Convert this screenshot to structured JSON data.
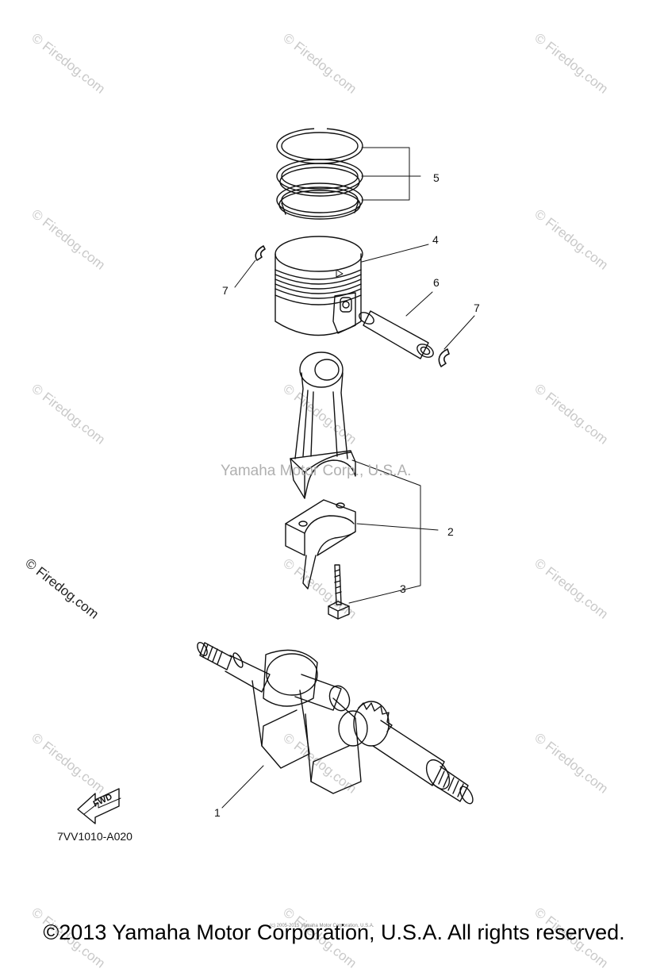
{
  "watermark_text": "© Firedog.com",
  "center_watermark": "Yamaha Motor Corp., U.S.A.",
  "diagram_watermark": "© Firedog.com",
  "callouts": {
    "c1": "1",
    "c2": "2",
    "c3": "3",
    "c4": "4",
    "c5": "5",
    "c6": "6",
    "c7a": "7",
    "c7b": "7"
  },
  "fwd_label": "FWD",
  "reference_code": "7VV1010-A020",
  "tiny_note": "(c) 2005-2015 Yamaha Motor Corporation, U.S.A.",
  "copyright": "©2013 Yamaha Motor Corporation, U.S.A. All rights reserved.",
  "parts": [
    "crankshaft",
    "connecting-rod",
    "bolt",
    "piston",
    "piston-ring-set",
    "piston-pin",
    "circlip"
  ]
}
